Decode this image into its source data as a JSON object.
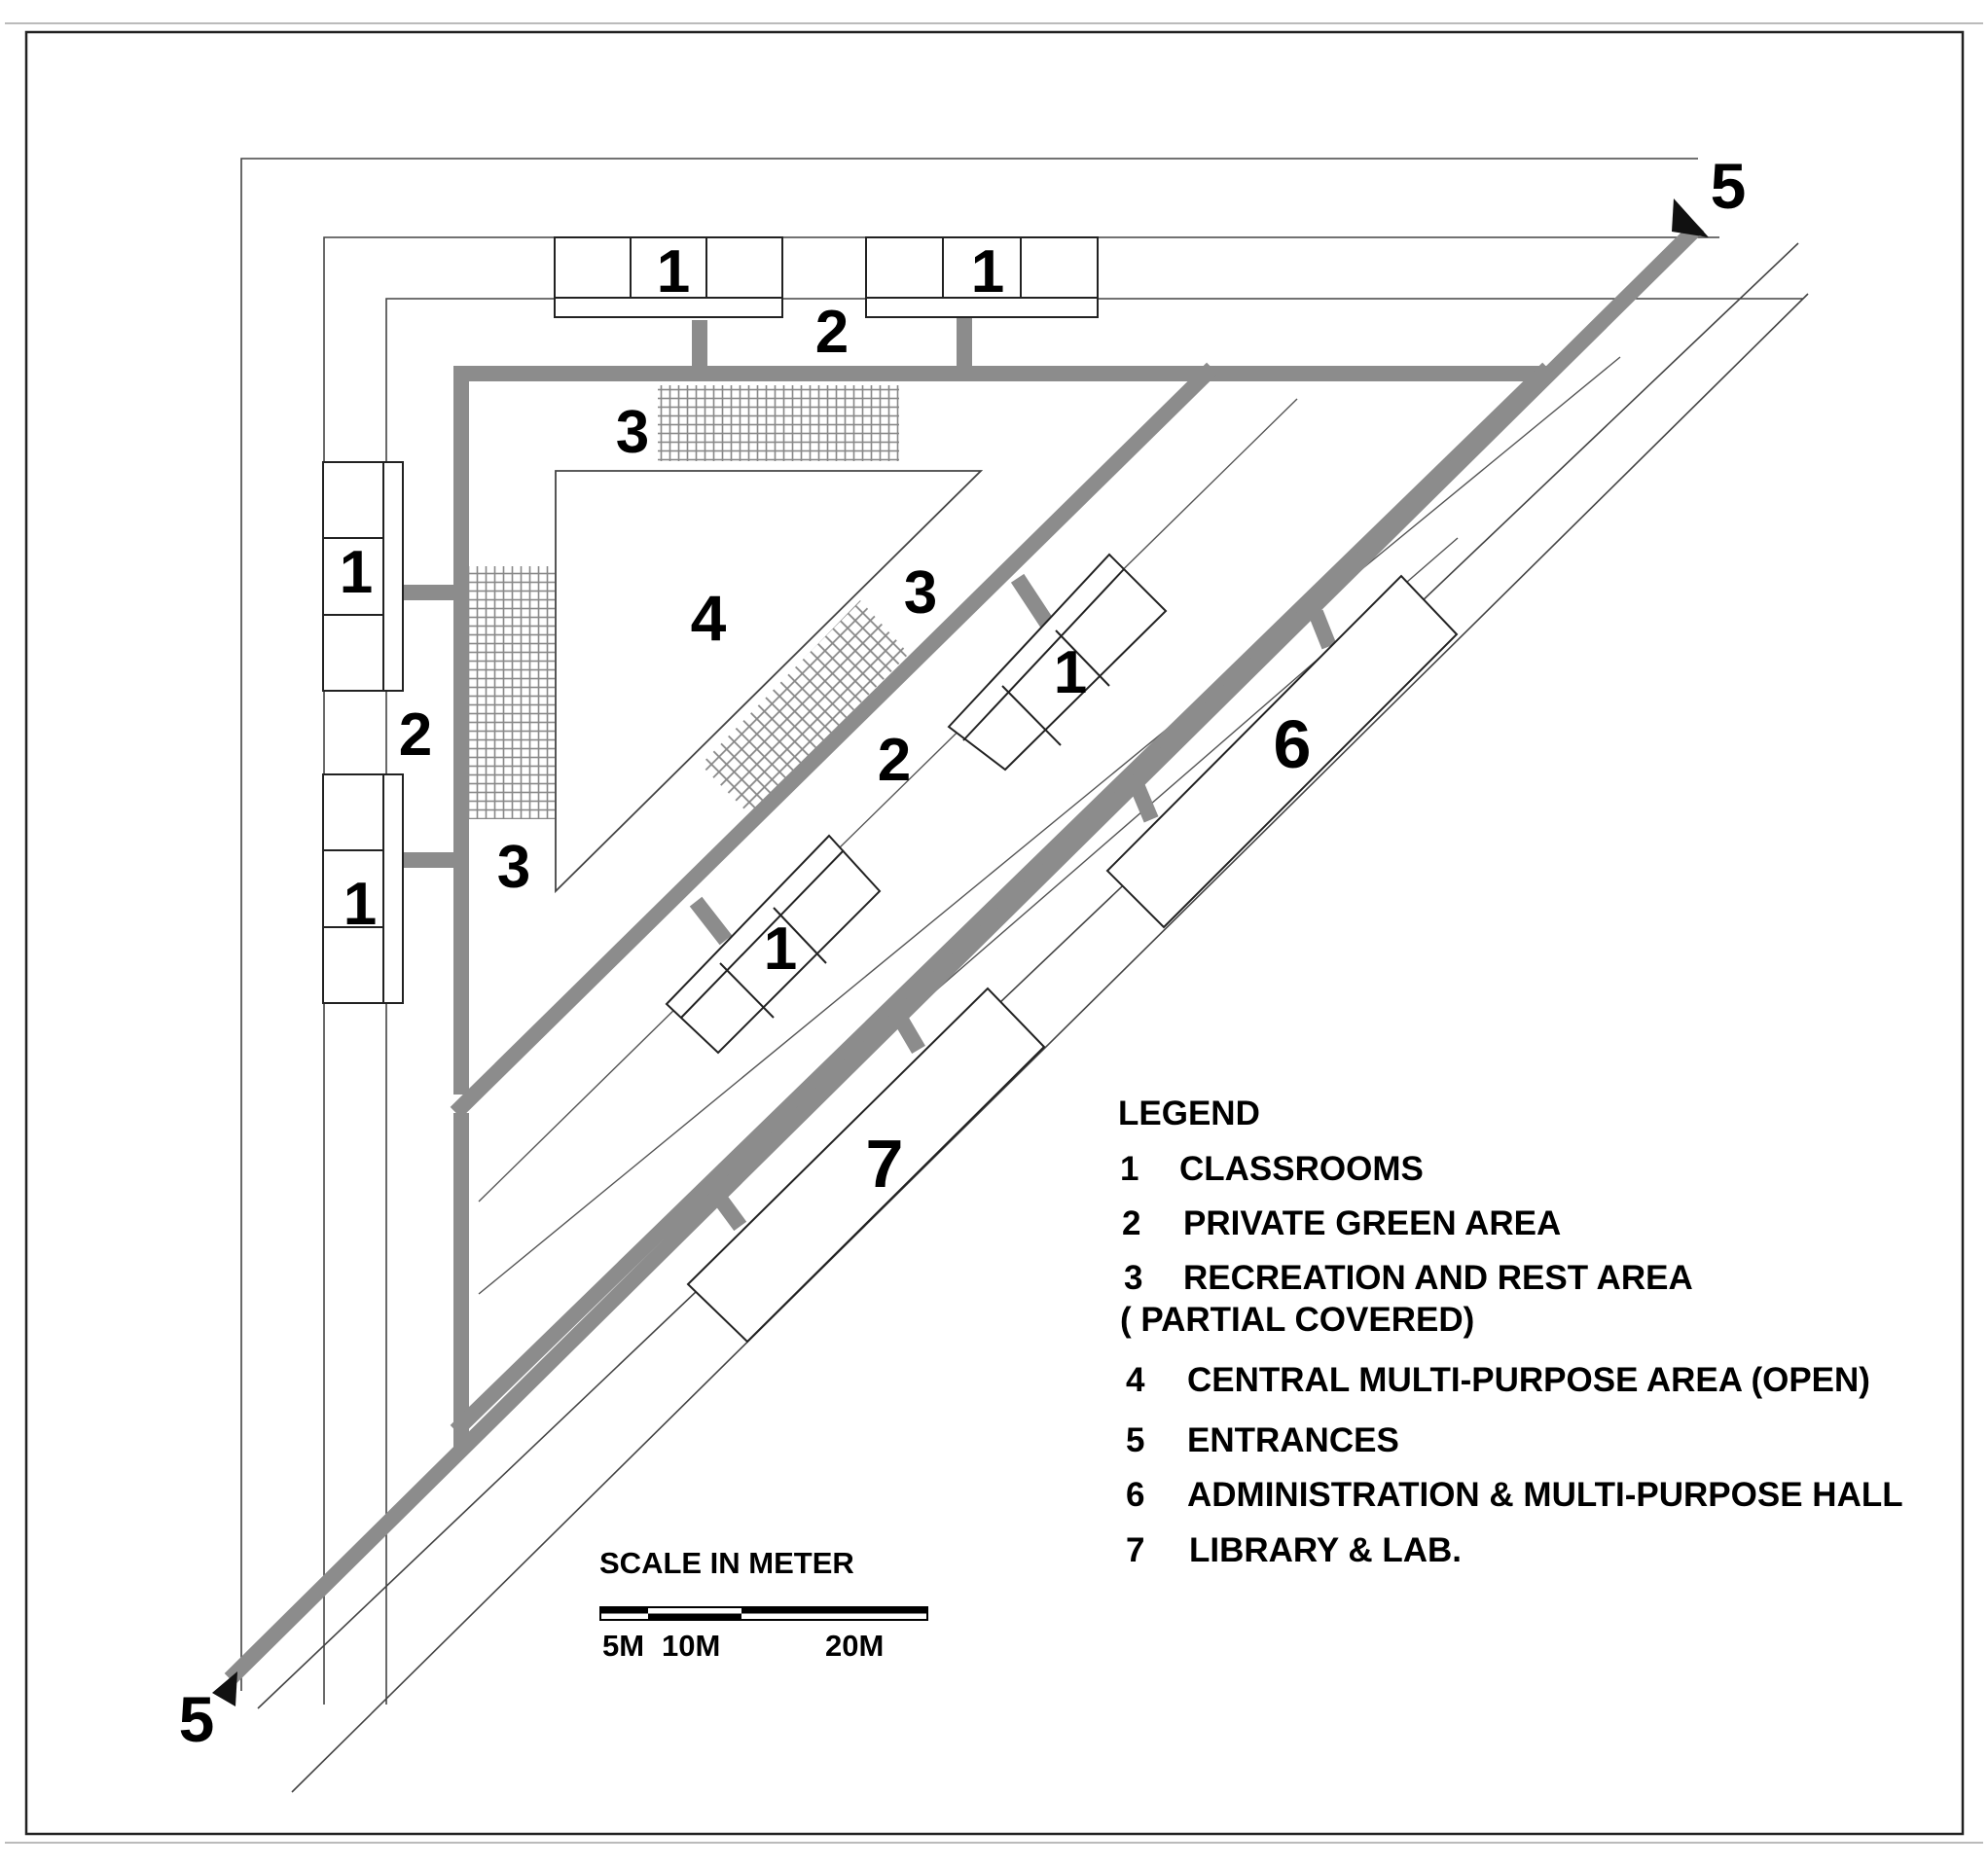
{
  "labels": {
    "classroom": "1",
    "green": "2",
    "recreation": "3",
    "central": "4",
    "entrance": "5",
    "admin": "6",
    "library": "7"
  },
  "legend": {
    "title": "LEGEND",
    "items": [
      {
        "num": "1",
        "text": "CLASSROOMS"
      },
      {
        "num": "2",
        "text": "PRIVATE GREEN AREA"
      },
      {
        "num": "3",
        "text": "RECREATION AND REST AREA"
      },
      {
        "num": "",
        "text": "( PARTIAL COVERED)"
      },
      {
        "num": "4",
        "text": "CENTRAL MULTI-PURPOSE AREA (OPEN)"
      },
      {
        "num": "5",
        "text": "ENTRANCES"
      },
      {
        "num": "6",
        "text": "ADMINISTRATION & MULTI-PURPOSE HALL"
      },
      {
        "num": "7",
        "text": "LIBRARY & LAB."
      }
    ]
  },
  "scale": {
    "title": "SCALE IN METER",
    "labels": [
      "5M",
      "10M",
      "20M"
    ]
  },
  "colors": {
    "path": "#8c8c8c",
    "line": "#333333",
    "hatch": "#999999"
  }
}
